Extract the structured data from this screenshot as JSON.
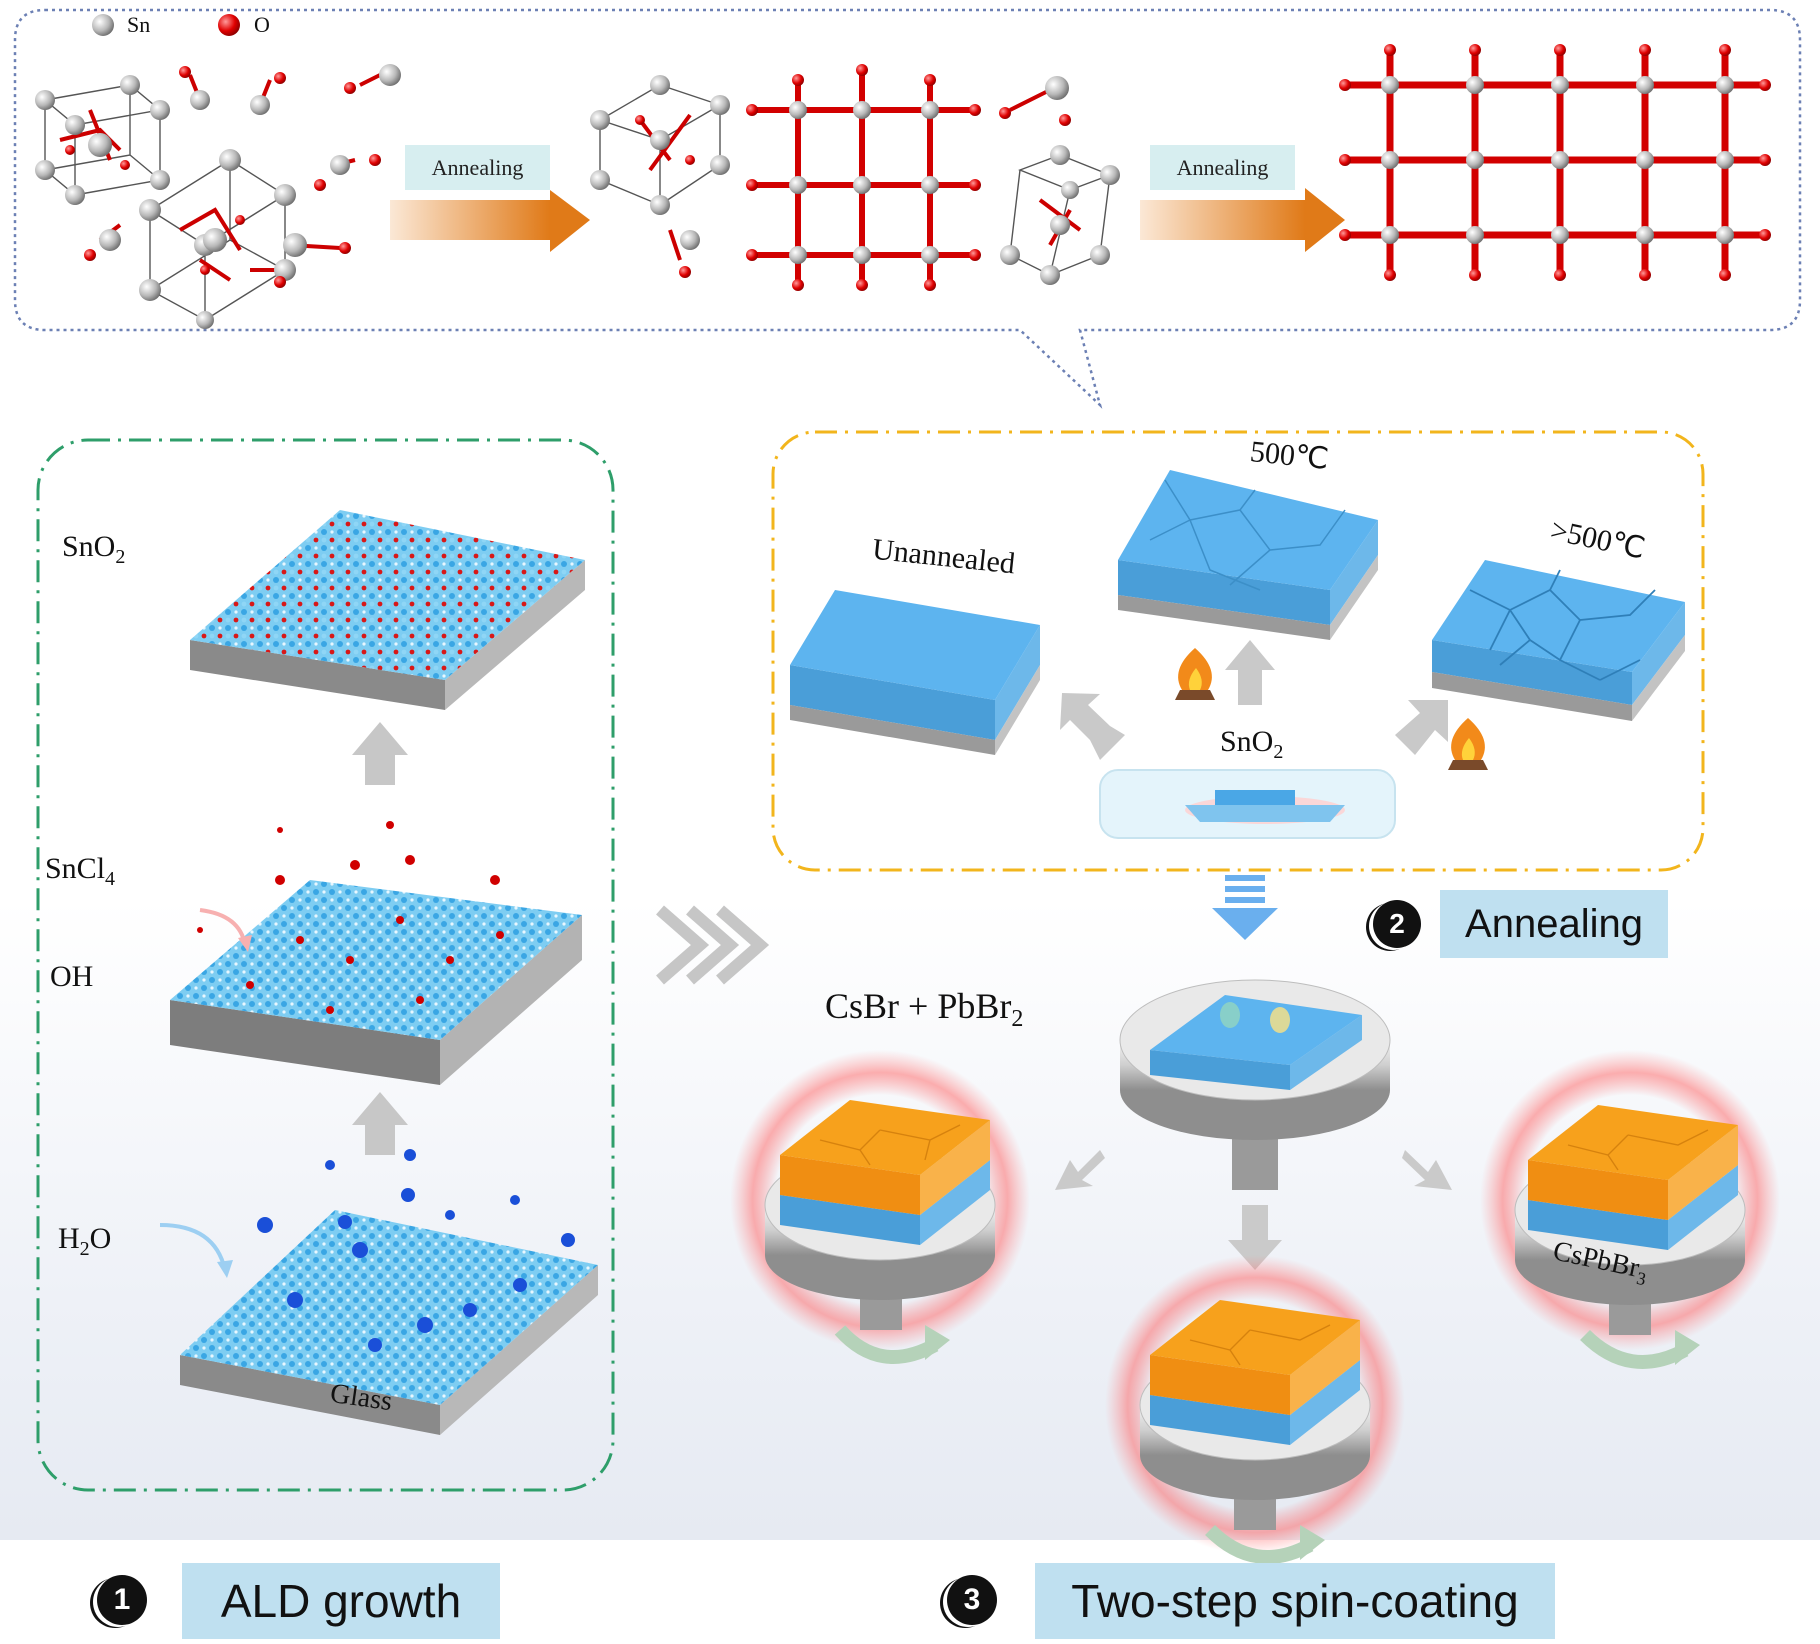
{
  "legend": {
    "sn_label": "Sn",
    "o_label": "O",
    "sn_color": "#b9b9b9",
    "o_color": "#e00000"
  },
  "top_panel": {
    "annealing_1": "Annealing",
    "annealing_2": "Annealing"
  },
  "ald_panel": {
    "sno2_base": "SnO",
    "sno2_sub": "2",
    "sncl4_base": "SnCl",
    "sncl4_sub": "4",
    "oh_label": "OH",
    "h2o_pre": "H",
    "h2o_sub": "2",
    "h2o_post": "O",
    "glass_label": "Glass"
  },
  "annealing_panel": {
    "unannealed_label": "Unannealed",
    "temp_500": "500℃",
    "temp_gt500": ">500℃",
    "sno2_base": "SnO",
    "sno2_sub": "2"
  },
  "spin_panel": {
    "reagent_base": "CsBr + PbBr",
    "reagent_sub": "2",
    "cspbbr_base": "CsPbBr",
    "cspbbr_sub": "3"
  },
  "steps": [
    {
      "number": "1",
      "label": "ALD growth"
    },
    {
      "number": "2",
      "label": "Annealing"
    },
    {
      "number": "3",
      "label": "Two-step spin-coating"
    }
  ],
  "colors": {
    "film_blue": "#5db4ef",
    "perovskite_orange": "#f7a11c",
    "ald_border": "#2e9e6a",
    "anneal_border": "#f2b51c",
    "step_box": "#bfe0f0",
    "arrow_orange": "#e08020"
  }
}
